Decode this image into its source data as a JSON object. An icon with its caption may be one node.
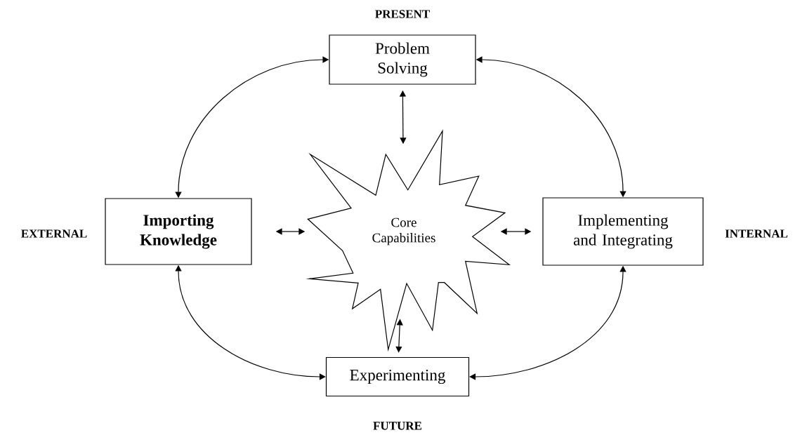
{
  "diagram": {
    "nodes": [
      {
        "text": [
          "Problem Solving"
        ],
        "beside": [
          "PRESENT"
        ]
      },
      {
        "text": [
          "Importing Knowledge"
        ],
        "beside": [
          "EXTERNAL"
        ]
      },
      {
        "text": [
          "Core Capabilities"
        ]
      },
      {
        "text": [
          "Implementing and Integrating"
        ],
        "beside": [
          "INTERNAL"
        ]
      },
      {
        "text": [
          "Experimenting"
        ],
        "beside": [
          "FUTURE"
        ]
      }
    ],
    "edges": [
      {
        "from": 0,
        "to": 1,
        "arrow": "both"
      },
      {
        "from": 0,
        "to": 3,
        "arrow": "both"
      },
      {
        "from": 1,
        "to": 4,
        "arrow": "both"
      },
      {
        "from": 3,
        "to": 4,
        "arrow": "both"
      },
      {
        "from": 0,
        "to": 2,
        "arrow": "both"
      },
      {
        "from": 1,
        "to": 2,
        "arrow": "both"
      },
      {
        "from": 2,
        "to": 3,
        "arrow": "both"
      },
      {
        "from": 2,
        "to": 4,
        "arrow": "both"
      }
    ]
  }
}
